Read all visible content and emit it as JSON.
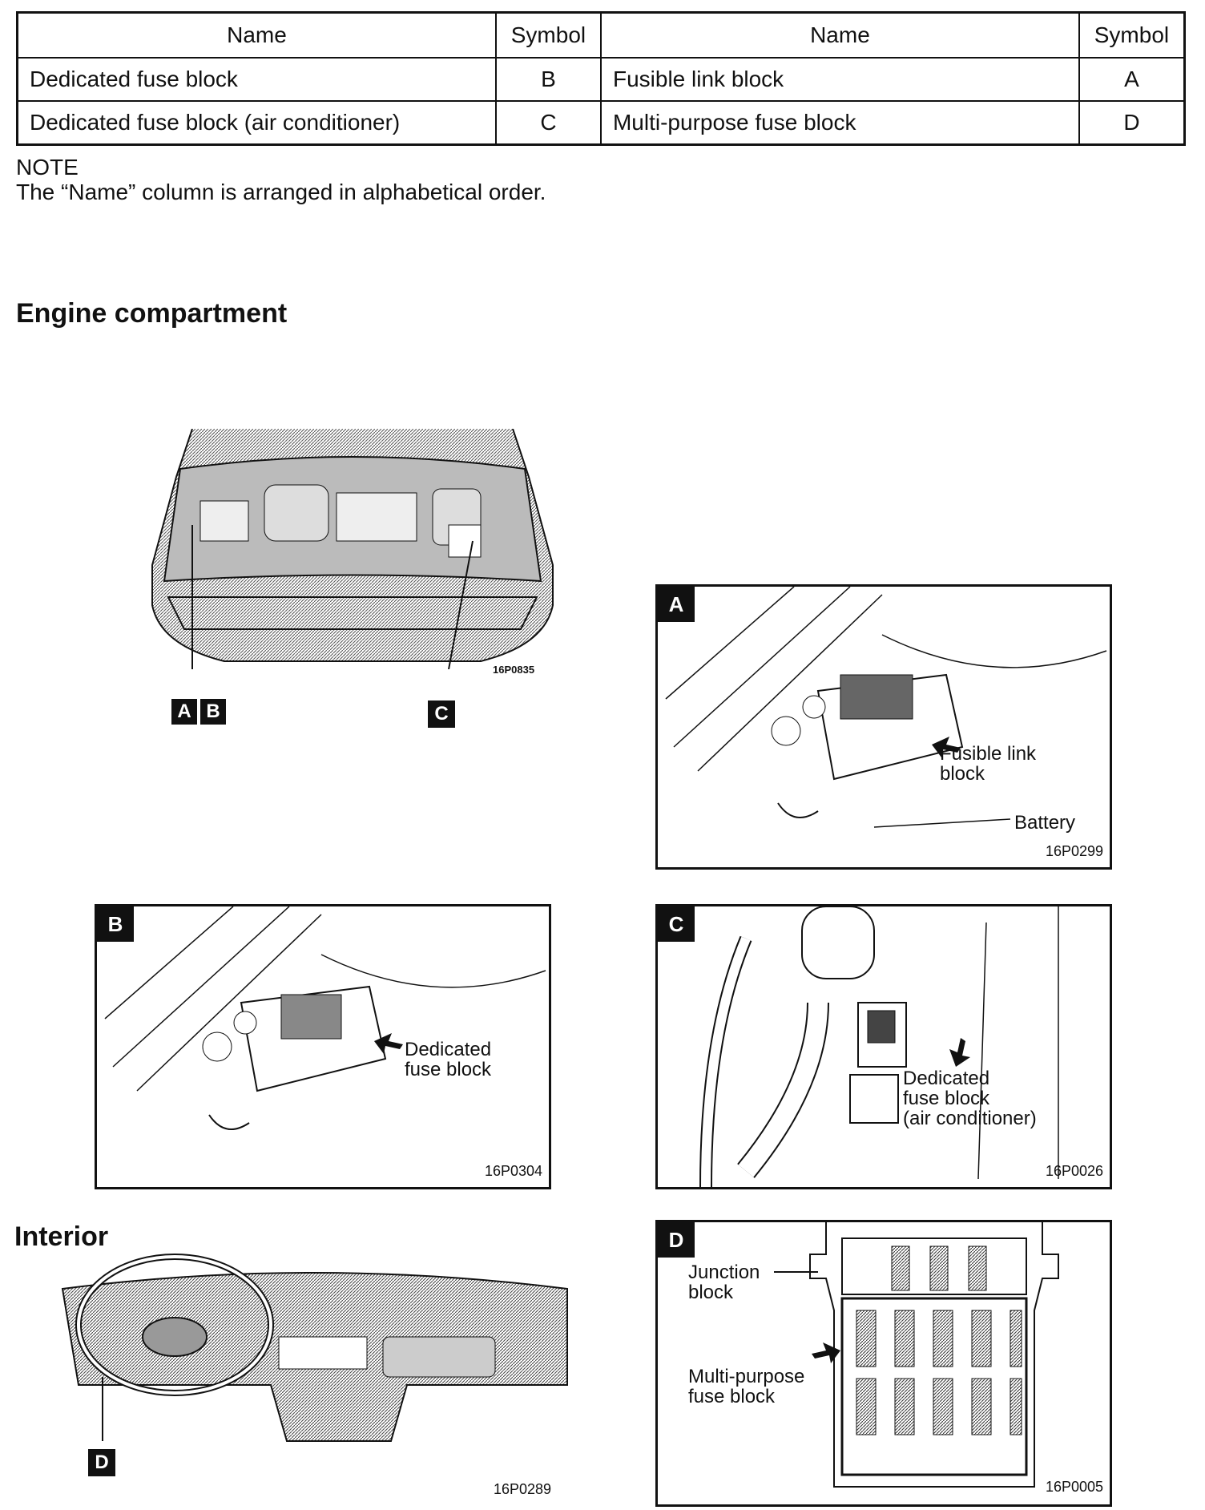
{
  "table": {
    "headers": [
      "Name",
      "Symbol",
      "Name",
      "Symbol"
    ],
    "rows": [
      [
        "Dedicated fuse block",
        "B",
        "Fusible link block",
        "A"
      ],
      [
        "Dedicated fuse block (air conditioner)",
        "C",
        "Multi-purpose fuse block",
        "D"
      ]
    ]
  },
  "note": {
    "title": "NOTE",
    "text": "The “Name” column is arranged in alphabetical order."
  },
  "sections": {
    "engine": "Engine compartment",
    "interior": "Interior"
  },
  "overview": {
    "code": "16P0835",
    "callout_ab": "A",
    "callout_b": "B",
    "callout_c": "C"
  },
  "panels": {
    "a": {
      "tag": "A",
      "label1": "Fusible link",
      "label2": "block",
      "label3": "Battery",
      "code": "16P0299"
    },
    "b": {
      "tag": "B",
      "label1": "Dedicated",
      "label2": "fuse block",
      "code": "16P0304"
    },
    "c": {
      "tag": "C",
      "label1": "Dedicated",
      "label2": "fuse block",
      "label3": "(air conditioner)",
      "code": "16P0026"
    },
    "d": {
      "tag": "D",
      "label1": "Junction",
      "label2": "block",
      "label3": "Multi-purpose",
      "label4": "fuse block",
      "code": "16P0005"
    }
  },
  "interior": {
    "callout_d": "D",
    "code": "16P0289"
  }
}
